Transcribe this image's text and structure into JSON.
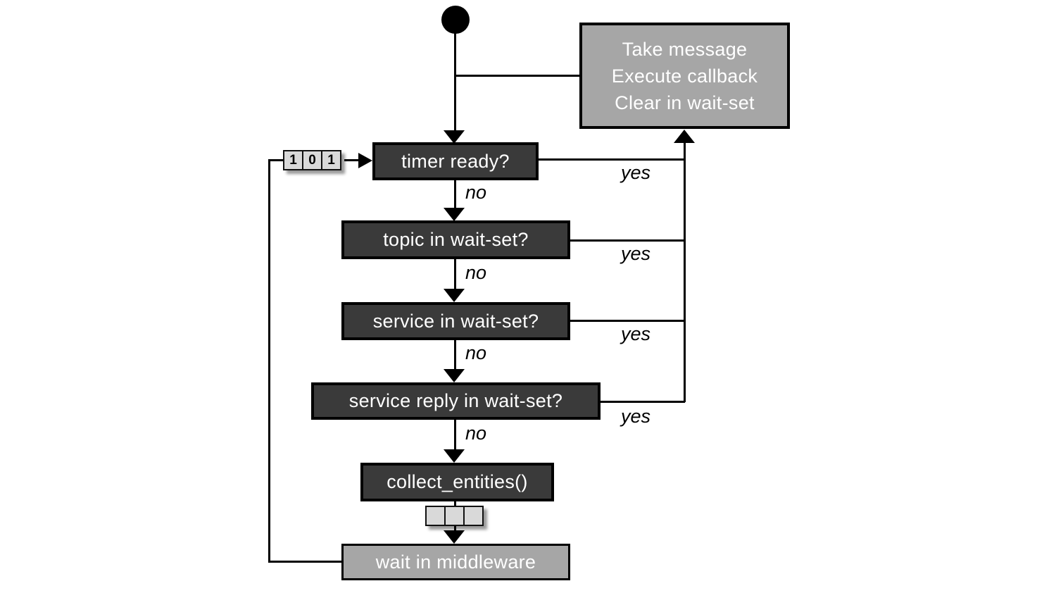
{
  "colors": {
    "dark_box_fill": "#3a3a3a",
    "gray_box_fill": "#a6a6a6",
    "cell_fill": "#d9d9d9",
    "line_color": "#000000",
    "box_text": "#ffffff",
    "label_text": "#000000"
  },
  "nodes": {
    "take_message": {
      "lines": [
        "Take message",
        "Execute callback",
        "Clear in wait-set"
      ]
    },
    "timer_ready": {
      "label": "timer ready?"
    },
    "topic_in_wait_set": {
      "label": "topic in wait-set?"
    },
    "service_in_wait_set": {
      "label": "service in wait-set?"
    },
    "service_reply_in_wait_set": {
      "label": "service reply in wait-set?"
    },
    "collect_entities": {
      "label": "collect_entities()"
    },
    "wait_in_middleware": {
      "label": "wait in middleware"
    }
  },
  "edges": {
    "yes_labels": [
      "yes",
      "yes",
      "yes",
      "yes"
    ],
    "no_labels": [
      "no",
      "no",
      "no",
      "no"
    ]
  },
  "wait_set_cells": {
    "filled": [
      "1",
      "0",
      "1"
    ],
    "empty": [
      "",
      "",
      ""
    ]
  }
}
